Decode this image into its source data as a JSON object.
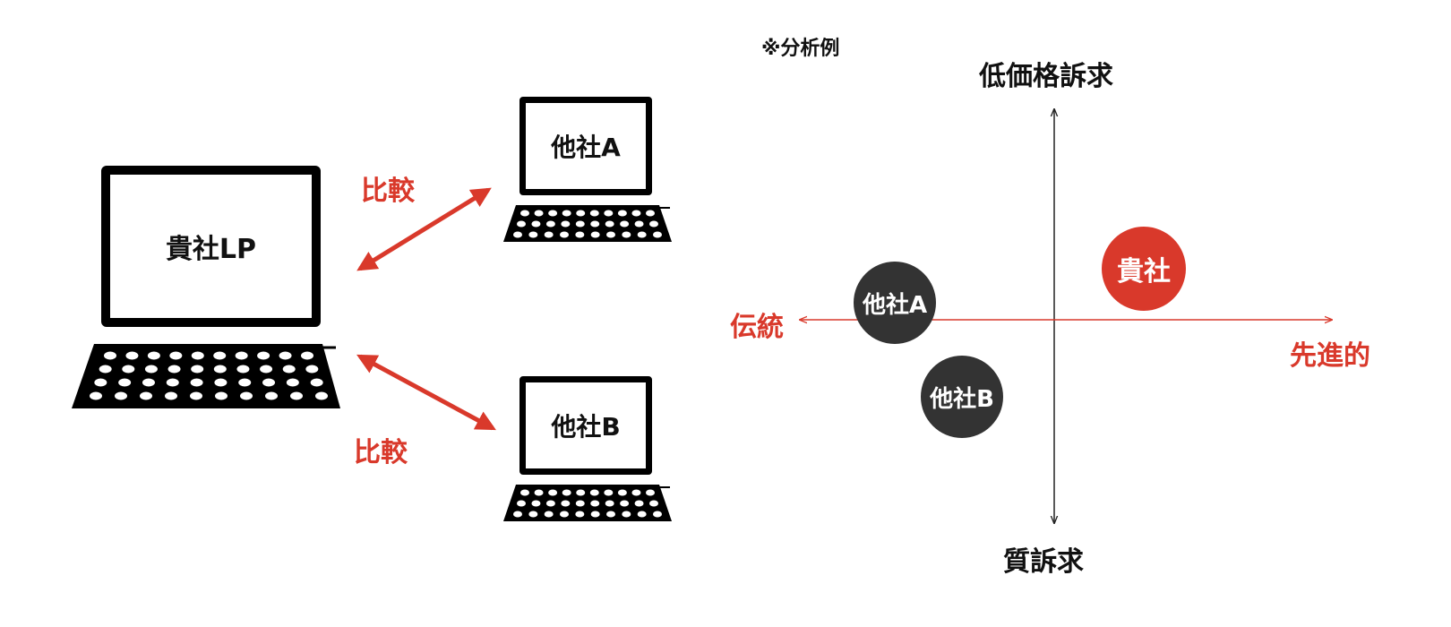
{
  "left_diagram": {
    "main_laptop_label": "貴社LP",
    "competitor_a_label": "他社A",
    "competitor_b_label": "他社B",
    "compare_top_label": "比較",
    "compare_bottom_label": "比較",
    "arrow_color": "#d9392b"
  },
  "positioning_map": {
    "note": "※分析例",
    "axis_top": "低価格訴求",
    "axis_bottom": "質訴求",
    "axis_left": "伝統",
    "axis_right": "先進的",
    "bubbles": [
      {
        "label": "他社A",
        "color": "#333333"
      },
      {
        "label": "他社B",
        "color": "#333333"
      },
      {
        "label": "貴社",
        "color": "#d9392b"
      }
    ]
  }
}
